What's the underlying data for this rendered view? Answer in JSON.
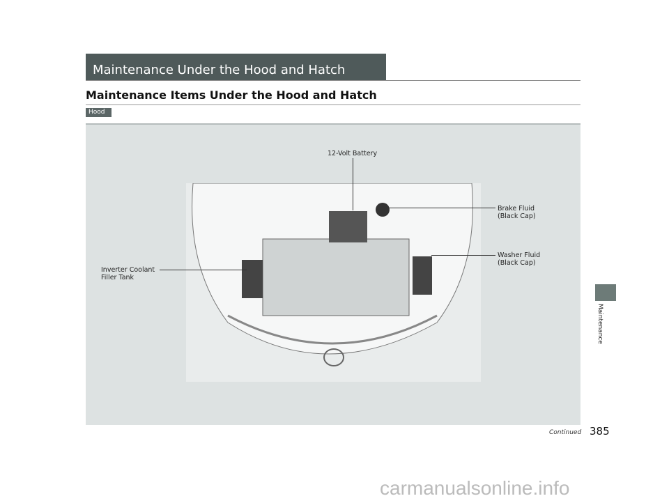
{
  "header": {
    "title": "Maintenance Under the Hood and Hatch"
  },
  "section": {
    "title": "Maintenance Items Under the Hood and Hatch",
    "tag": "Hood"
  },
  "figure": {
    "labels": {
      "battery": "12-Volt Battery",
      "brake1": "Brake Fluid",
      "brake2": "(Black Cap)",
      "washer1": "Washer Fluid",
      "washer2": "(Black Cap)",
      "coolant1": "Inverter Coolant",
      "coolant2": "Filler Tank"
    }
  },
  "side_tab": "Maintenance",
  "footer": {
    "continued": "Continued",
    "page": "385"
  },
  "watermark": "carmanualsonline.info"
}
